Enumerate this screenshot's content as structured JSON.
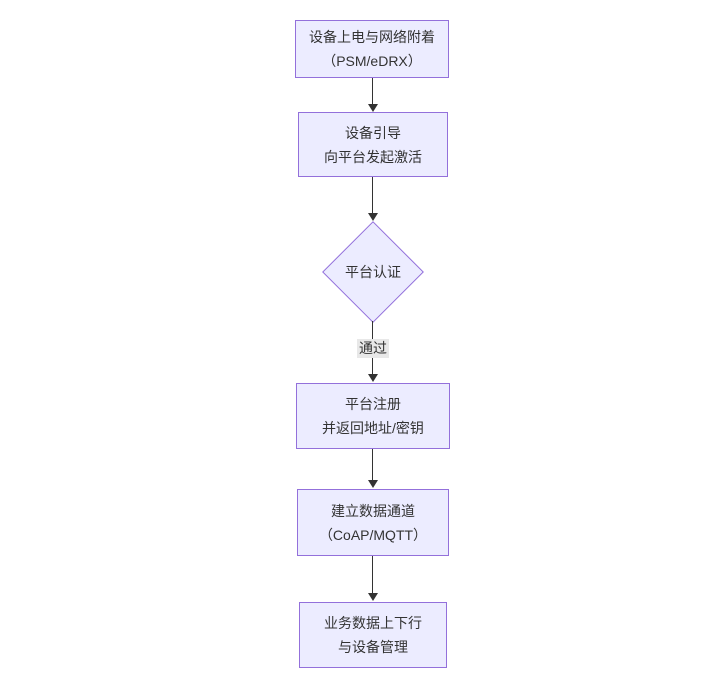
{
  "diagram": {
    "type": "flowchart",
    "direction": "top-down",
    "background": "#ffffff",
    "colors": {
      "node_fill": "#ECECFF",
      "node_border": "#9370DB",
      "edge_line": "#333333",
      "arrowhead": "#333333",
      "text": "#333333",
      "edge_label_bg": "#e8e8e8"
    },
    "nodes": [
      {
        "id": "A",
        "shape": "rect",
        "lines": [
          "设备上电与网络附着",
          "（PSM/eDRX）"
        ]
      },
      {
        "id": "B",
        "shape": "rect",
        "lines": [
          "设备引导",
          "向平台发起激活"
        ]
      },
      {
        "id": "C",
        "shape": "diamond",
        "lines": [
          "平台认证"
        ]
      },
      {
        "id": "D",
        "shape": "rect",
        "lines": [
          "平台注册",
          "并返回地址/密钥"
        ]
      },
      {
        "id": "E",
        "shape": "rect",
        "lines": [
          "建立数据通道",
          "（CoAP/MQTT）"
        ]
      },
      {
        "id": "F",
        "shape": "rect",
        "lines": [
          "业务数据上下行",
          "与设备管理"
        ]
      }
    ],
    "edges": [
      {
        "from": "A",
        "to": "B",
        "label": ""
      },
      {
        "from": "B",
        "to": "C",
        "label": ""
      },
      {
        "from": "C",
        "to": "D",
        "label": "通过"
      },
      {
        "from": "D",
        "to": "E",
        "label": ""
      },
      {
        "from": "E",
        "to": "F",
        "label": ""
      }
    ]
  }
}
